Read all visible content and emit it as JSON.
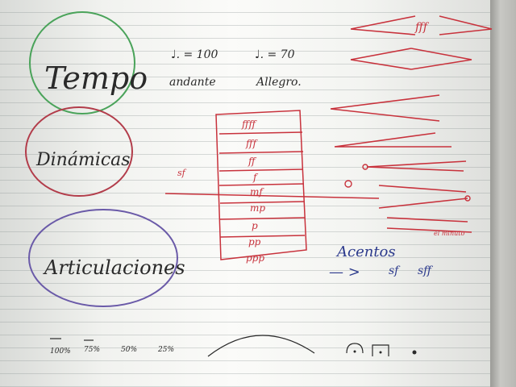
{
  "board": {
    "circles": [
      {
        "label": "Tempo",
        "color": "#4aa35a"
      },
      {
        "label": "Dinámicas",
        "color": "#b23c4a"
      },
      {
        "label": "Articulaciones",
        "color": "#6a5aa8"
      }
    ],
    "tempo_notes": [
      {
        "mark": "♩. = 100",
        "word": "andante"
      },
      {
        "mark": "♩. = 70",
        "word": "Allegro."
      }
    ],
    "top_right_label": "fff",
    "dynamics_stack": [
      "ffff",
      "fff",
      "ff",
      "f",
      "mf",
      "mp",
      "p",
      "pp",
      "ppp"
    ],
    "small_marks": [
      "sf",
      "el minuto"
    ],
    "accents": {
      "title": "Acentos",
      "symbol": "—  >",
      "items": [
        "sf",
        "sff"
      ]
    },
    "bottom_marks": [
      "100%",
      "75%",
      "50%",
      "25%"
    ],
    "ink_colors": {
      "black": "#2a2a2a",
      "red": "#c8323c",
      "blue": "#2c3a8c",
      "green": "#4aa35a",
      "purple": "#6a5aa8"
    }
  }
}
